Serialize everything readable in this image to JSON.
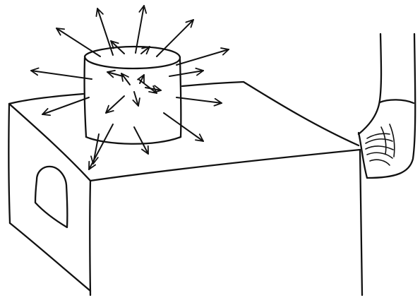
{
  "diagram": {
    "style": "hand-drawn black ink line sketch",
    "ink_color": "#111111",
    "background_color": "#ffffff",
    "subjects": [
      "stove-box",
      "cylinder-heater",
      "chimney-pipe",
      "radiating-heat-arrows"
    ],
    "arrow_count": 22
  }
}
